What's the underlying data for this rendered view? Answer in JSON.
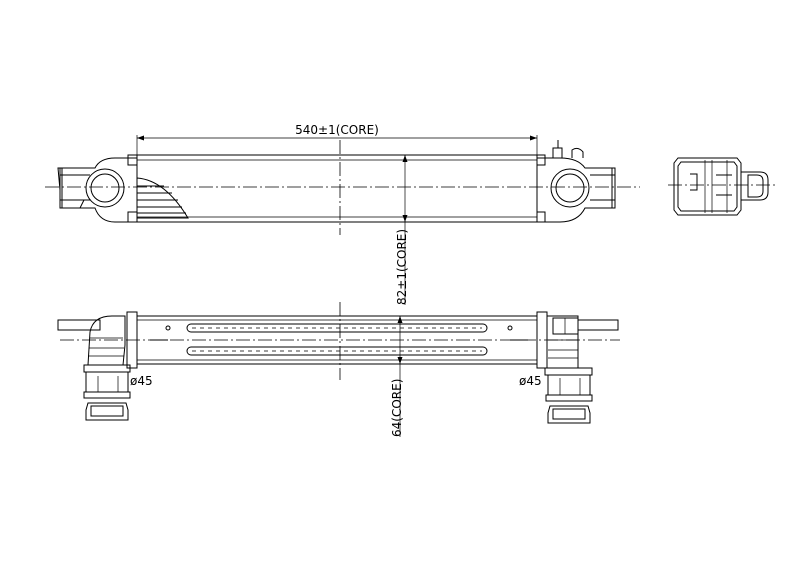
{
  "dimensions": {
    "core_length": "540±1(CORE)",
    "core_height": "82±1(CORE)",
    "core_depth": "64(CORE)",
    "pipe_left": "ø45",
    "pipe_right": "ø45"
  }
}
